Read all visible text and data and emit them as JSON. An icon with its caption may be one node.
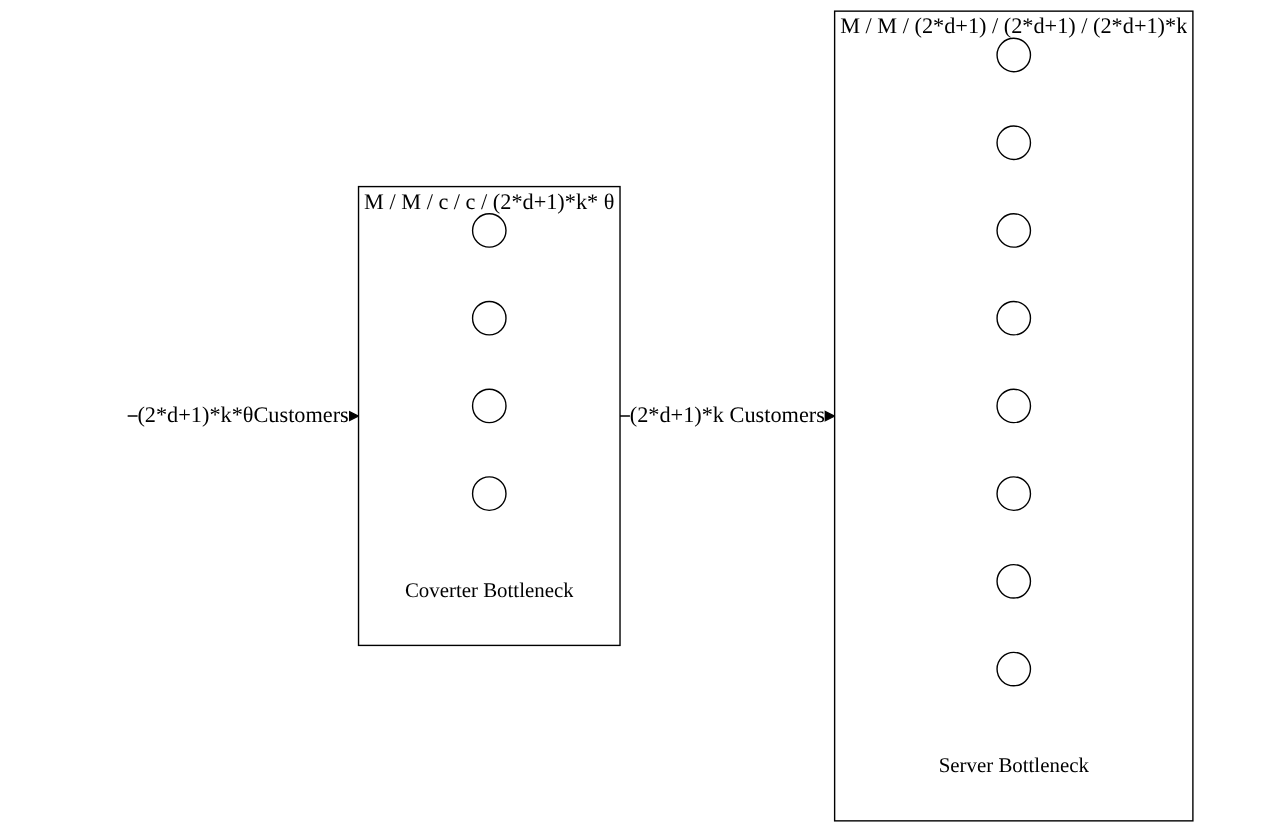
{
  "diagram": {
    "nodes": [
      {
        "text": [
          "M / M / c / c / (2*d+1)*k* θ"
        ],
        "beside": [
          "Coverter Bottleneck"
        ]
      },
      {
        "text": [],
        "shape": "circle",
        "in": 0
      },
      {
        "text": [],
        "shape": "circle",
        "in": 0
      },
      {
        "text": [],
        "shape": "circle",
        "in": 0
      },
      {
        "text": [],
        "shape": "circle",
        "in": 0
      },
      {
        "text": [
          "M / M / (2*d+1) / (2*d+1) / (2*d+1)*k"
        ],
        "beside": [
          "Server Bottleneck"
        ]
      },
      {
        "text": [],
        "shape": "circle",
        "in": 5
      },
      {
        "text": [],
        "shape": "circle",
        "in": 5
      },
      {
        "text": [],
        "shape": "circle",
        "in": 5
      },
      {
        "text": [],
        "shape": "circle",
        "in": 5
      },
      {
        "text": [],
        "shape": "circle",
        "in": 5
      },
      {
        "text": [],
        "shape": "circle",
        "in": 5
      },
      {
        "text": [],
        "shape": "circle",
        "in": 5
      },
      {
        "text": [],
        "shape": "circle",
        "in": 5
      }
    ],
    "edges": [
      {
        "from": null,
        "to": 0,
        "arrow": "to",
        "label": "(2*d+1)*k*θCustomers"
      },
      {
        "from": 0,
        "to": 5,
        "arrow": "to",
        "label": "(2*d+1)*k  Customers"
      }
    ]
  }
}
